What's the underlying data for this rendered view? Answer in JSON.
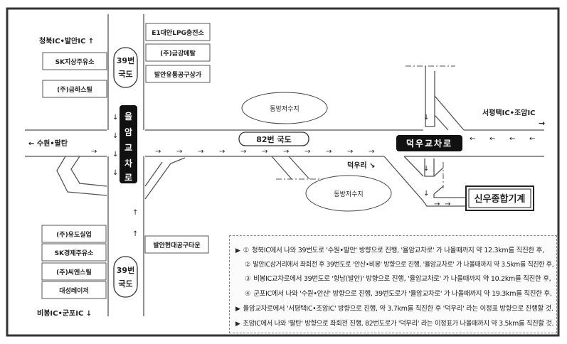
{
  "title_labels": {
    "north": "청북IC•발안IC",
    "south": "비봉IC•군포IC",
    "west": "수원•팔탄",
    "east": "서평택IC•조암IC",
    "deokuri": "덕우리"
  },
  "route39": {
    "line1": "39번",
    "line2": "국도"
  },
  "route82": "82번 국도",
  "yulam_junction": [
    "율",
    "암",
    "교",
    "차",
    "로"
  ],
  "deokwoo_junction": "덕우교차로",
  "destination": "신우종합기계",
  "reservoirs": [
    "동방저수지",
    "동방저수지"
  ],
  "left_top_boxes": [
    "SK지상주유소",
    "(주)금하스틸"
  ],
  "left_bottom_boxes": [
    "(주)유도실업",
    "SK경제주유소",
    "(주)씨엔스틸",
    "대성레이저"
  ],
  "right_top_boxes": [
    "E1대안LPG충전소",
    "(주)금강메탈",
    "발안유통공구상가"
  ],
  "right_bottom_boxes": [
    "발안현대공구타운"
  ],
  "directions": [
    {
      "bullet": "▶",
      "num": "①",
      "text": "청북IC에서 나와 39번도로 '수원•발안' 방향으로 진행, '율암교차로' 가 나올때까지 약 12.3km를 직진한 후,"
    },
    {
      "bullet": "",
      "num": "②",
      "text": "발안IC삼거리에서 좌회전 후 39번도로 '안산•비봉' 방향으로 진행, '율암교차로' 가 나올때까지 약 3.5km를 직진한 후,"
    },
    {
      "bullet": "",
      "num": "③",
      "text": "비봉IC교차로에서 39번도로 '향남(발안)' 방향으로 진행, '율암교차로' 가 나올때까지 약 10.2km를 직진한 후,"
    },
    {
      "bullet": "",
      "num": "④",
      "text": "군포IC에서 나와 '수원•안산' 방향으로 진행, 39번도로가 '율암교차로' 가 나올때까지 약 19.3km를 직진한 후,"
    },
    {
      "bullet": "▶",
      "num": "",
      "text": "율암교차로에서 '서평택IC•조암IC' 방향으로 진행, 약 3.7km를 직진한 후 '덕우리' 라는 이정표 방향으로 진행할 것."
    },
    {
      "bullet": "▶",
      "num": "",
      "text": "조암IC에서 나와 '팔탄' 방향으로 좌회전 진행, 82번도로가 '덕우리' 라는 이정표가 나올때까지 약 3.5km를 직진할 것."
    }
  ]
}
